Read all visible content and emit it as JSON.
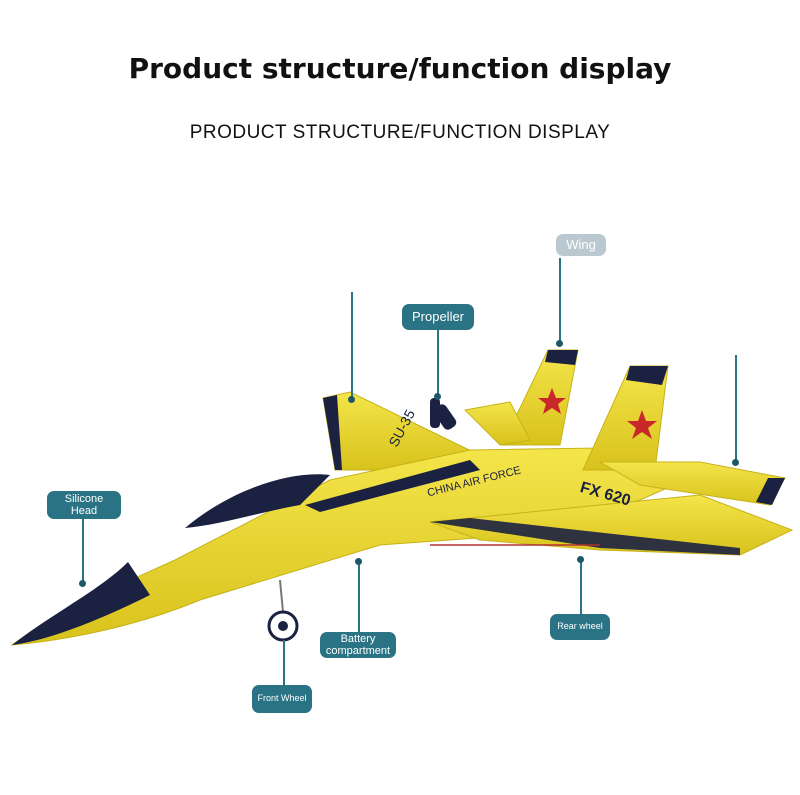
{
  "header": {
    "title": "Product structure/function display",
    "subtitle": "PRODUCT STRUCTURE/FUNCTION DISPLAY"
  },
  "callouts": {
    "wing": "Wing",
    "propeller": "Propeller",
    "silicone_head": "Silicone Head",
    "battery": "Battery compartment",
    "front_wheel": "Front Wheel",
    "rear_wheel": "Rear wheel"
  },
  "plane_markings": {
    "model": "SU-35",
    "air_force": "CHINA AIR FORCE",
    "code": "FX 620"
  },
  "colors": {
    "body_yellow": "#ecd92a",
    "accent_navy": "#1b2141",
    "star_red": "#c9282b",
    "callout_teal": "#2a7384"
  }
}
